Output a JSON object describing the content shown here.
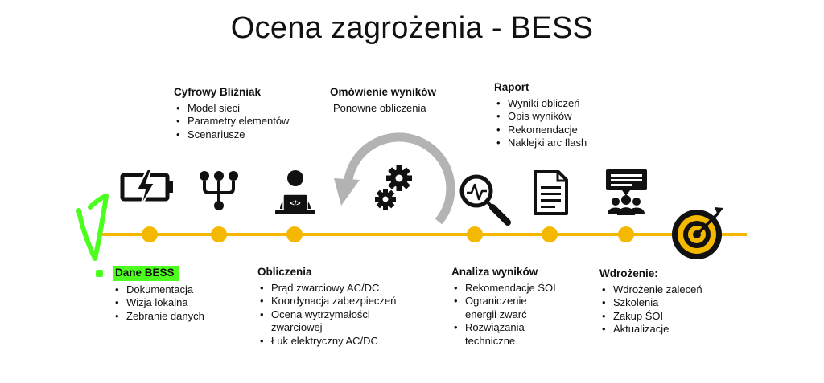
{
  "title": "Ocena zagrożenia - BESS",
  "colors": {
    "timeline": "#f5b800",
    "icon": "#111111",
    "arrow": "#b3b3b3",
    "highlight": "#4cff1f"
  },
  "icons": [
    "battery-icon",
    "hierarchy-icon",
    "programmer-icon",
    "gears-icon",
    "analysis-magnifier-icon",
    "document-icon",
    "presentation-icon",
    "target-icon"
  ],
  "steps_top": [
    {
      "heading": "Cyfrowy Bliźniak",
      "items": [
        "Model sieci",
        "Parametry elementów",
        "Scenariusze"
      ]
    },
    {
      "heading": "Omówienie wyników",
      "items": [
        "Ponowne obliczenia"
      ]
    },
    {
      "heading": "Raport",
      "items": [
        "Wyniki obliczeń",
        "Opis wyników",
        "Rekomendacje",
        "Naklejki arc flash"
      ]
    }
  ],
  "steps_bottom": [
    {
      "heading": "Dane BESS",
      "items": [
        "Dokumentacja",
        "Wizja lokalna",
        "Zebranie danych"
      ]
    },
    {
      "heading": "Obliczenia",
      "items": [
        "Prąd zwarciowy AC/DC",
        "Koordynacja zabezpieczeń",
        "Ocena wytrzymałości zwarciowej",
        "Łuk elektryczny AC/DC"
      ]
    },
    {
      "heading": "Analiza wyników",
      "items": [
        "Rekomendacje ŚOI",
        "Ograniczenie energii zwarć",
        "Rozwiązania techniczne"
      ]
    },
    {
      "heading": "Wdrożenie:",
      "items": [
        "Wdrożenie zaleceń",
        "Szkolenia",
        "Zakup ŚOI",
        "Aktualizacje"
      ]
    }
  ]
}
